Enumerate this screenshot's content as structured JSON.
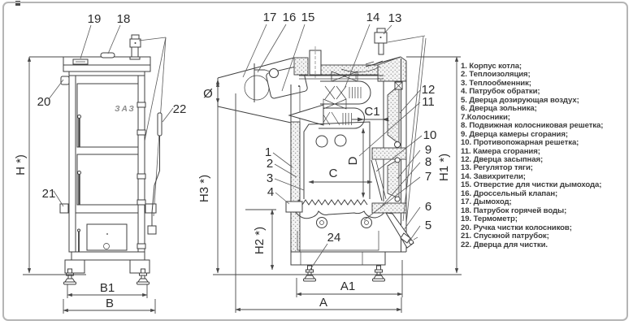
{
  "drawing": {
    "type": "technical-diagram",
    "subject": "solid fuel boiler front view and cross-section",
    "colors": {
      "line": "#3f3f3f",
      "text": "#2b2b2b",
      "border": "#b5b5b5",
      "stipple": "#9a9a9a",
      "background": "#ffffff"
    },
    "logo": "ЗАЗ",
    "dims": {
      "h": "H *)",
      "h1": "H1 *)",
      "h2": "H2 *)",
      "h3": "H3 *)",
      "a": "A",
      "a1": "A1",
      "b": "B",
      "b1": "B1",
      "c": "C",
      "c1": "C1",
      "d": "D",
      "dia": "Ø"
    },
    "callouts": {
      "c1": "1",
      "c2": "2",
      "c3": "3",
      "c4": "4",
      "c5": "5",
      "c6": "6",
      "c7": "7",
      "c8": "8",
      "c9": "9",
      "c10": "10",
      "c11": "11",
      "c12": "12",
      "c13": "13",
      "c14": "14",
      "c15": "15",
      "c16": "16",
      "c17": "17",
      "c18": "18",
      "c19": "19",
      "c20": "20",
      "c21": "21",
      "c22": "22",
      "c24": "24"
    },
    "legend": {
      "items": [
        "1. Корпус котла;",
        "2. Теплоизоляция;",
        "3. Теплообменник;",
        "4. Патрубок обратки;",
        "5. Дверца дозирующая воздух;",
        "6. Дверца зольника;",
        "7.Колосники;",
        "8. Подвижная колосниковая решетка;",
        "9. Дверца камеры сгорания;",
        "10. Противопожарная решетка;",
        "11. Камера сгорания;",
        "12. Дверца засыпная;",
        "13. Регулятор тяги;",
        "14. Завихрители;",
        "15. Отверстие для чистки дымохода;",
        "16. Дроссельный клапан;",
        "17. Дымоход;",
        "18. Патрубок горячей воды;",
        "19. Термометр;",
        "20. Ручка чистки колосников;",
        "21. Спускной патрубок;",
        "22. Дверца для чистки."
      ]
    }
  }
}
